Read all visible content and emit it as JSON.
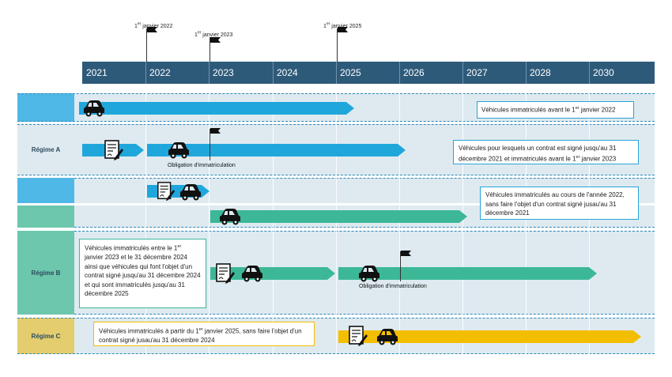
{
  "years": [
    "2021",
    "2022",
    "2023",
    "2024",
    "2025",
    "2026",
    "2027",
    "2028",
    "2030"
  ],
  "milestones": [
    {
      "label": "1",
      "sup": "er",
      "rest": " janvier 2022"
    },
    {
      "label": "1",
      "sup": "er",
      "rest": " janvier 2023"
    },
    {
      "label": "1",
      "sup": "er",
      "rest": " janvier 2025"
    }
  ],
  "regimes": {
    "a": "Régime A",
    "b": "Régime B",
    "c": "Régime C"
  },
  "notes": {
    "a1": {
      "pre": "Véhicules immatriculés avant le 1",
      "sup": "er",
      "post": " janvier 2022"
    },
    "a2": {
      "pre": "Véhicules pour lesquels un contrat est signé jusqu'au 31 décembre 2021 et immatriculés avant le 1",
      "sup": "er",
      "post": " janvier 2023"
    },
    "a3": {
      "text": "Véhicules immatriculés au cours de l'année 2022, sans faire l'objet d'un contrat signé jusau'au 31 décembre 2021"
    },
    "b1": {
      "pre": "Véhicules immatriculés entre le 1",
      "sup": "er",
      "post": " janvier 2023 et le 31 décembre 2024 ainsi que véhicules qui font l'objet d'un contrat signé jusqu'au 31 décembre 2024 et qui sont immatriculés jusqu'au 31 décembre 2025"
    },
    "c1": {
      "pre": "Véhicules immatriculés à partir du 1",
      "sup": "er",
      "post": " janvier 2025, sans faire l'objet d'un contrat signé jusau'au 31 décembre 2024"
    }
  },
  "captions": {
    "a": "Obligation d'immatriculation",
    "b": "Obligation d'immatriculation"
  },
  "colors": {
    "header": "#2e5a7a",
    "regime_a": "#4fb8e6",
    "regime_b": "#6cc7ad",
    "regime_c": "#e3cd6f",
    "arrow_a": "#1fa7dc",
    "arrow_b": "#3cb897",
    "arrow_c": "#f3bd00"
  },
  "icons": [
    "car-icon",
    "contract-icon",
    "flag-icon"
  ]
}
